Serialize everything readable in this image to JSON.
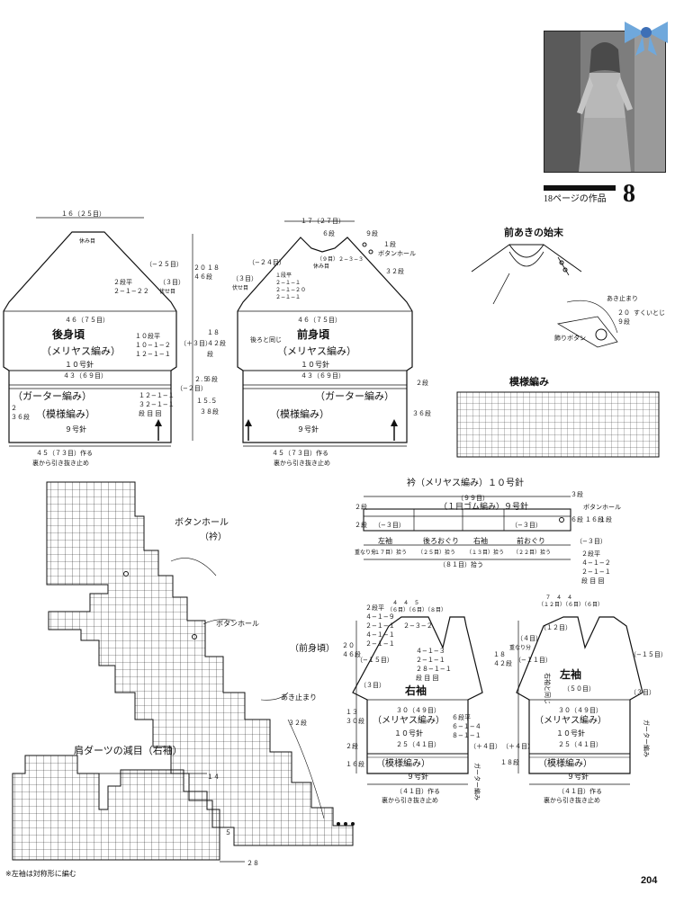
{
  "header": {
    "page_ref": "18ページの作品",
    "item_number": "8",
    "page_number": "204"
  },
  "back": {
    "title": "後身頃",
    "stitch1": "（メリヤス編み）",
    "needle1": "１０号針",
    "stitch2": "（ガーター編み）",
    "stitch3": "（模様編み）",
    "needle2": "９号針",
    "top_width": "１６（２５目）",
    "rest": "休み目",
    "neck_minus": "（−２５目）",
    "dec_rule1": "２段平",
    "dec_rule2": "２−１−２２",
    "armhole": "（３目）",
    "armhole2": "伏せ目",
    "width_mid": "４６（７５目）",
    "width_low": "４３（６９目）",
    "width_bottom": "４５（７３目）作る",
    "cast_on": "裏から引き抜き止め",
    "side1": "１０段平",
    "side2": "１０−１−２",
    "side3": "１２−１−１",
    "side4": "１２−１−１",
    "side5": "３２−１−１",
    "side6": "段 目 回",
    "plus3": "（＋３目）",
    "minus2": "（−２目）",
    "h1": "２０",
    "h2": "４６段",
    "h3": "１８",
    "h4": "４２段",
    "h5": "２.５",
    "h6": "６段",
    "h7": "１５.５",
    "h8": "３８段",
    "h9": "２",
    "h10": "３６段",
    "h11": "１８",
    "h12": "段"
  },
  "front": {
    "title": "前身頃",
    "stitch1": "（メリヤス編み）",
    "needle1": "１０号針",
    "stitch2": "（ガーター編み）",
    "stitch3": "（模様編み）",
    "needle2": "９号針",
    "top_width": "１７（２７目）",
    "neck_minus": "（−２４目）",
    "neck_a": "（９目）２−３−３",
    "neck_b": "休み目",
    "neck_c": "１段平",
    "neck_d": "２−１−１",
    "neck_e": "２−１−２０",
    "neck_f": "２−１−１",
    "same_as_back": "後ろと同じ",
    "buttonhole": "ボタンホール",
    "width_mid": "４６（７５目）",
    "width_low": "４３（６９目）",
    "width_bottom": "４５（７３目）作る",
    "cast_on": "裏から引き抜き止め",
    "v1": "６段",
    "v2": "９段",
    "v3": "１段",
    "v4": "３２段",
    "v5": "２段",
    "v6": "３６段",
    "armhole": "（３目）",
    "armhole2": "伏せ目"
  },
  "placket": {
    "title": "前あきの始末",
    "stop": "あき止まり",
    "slip": "すくいとじ",
    "deco": "飾りボタン",
    "n1": "２０",
    "n2": "９段"
  },
  "pattern": {
    "title": "模様編み"
  },
  "collar": {
    "title": "衿（メリヤス編み）１０号針",
    "total": "（９９目）",
    "rib": "（１目ゴム編み）９号針",
    "buttonhole": "ボタンホール",
    "left_sleeve": "左袖",
    "back_neck": "後ろおぐり",
    "right_sleeve": "右袖",
    "front_neck": "前おぐり",
    "pick1": "（１７目）拾う",
    "pick2": "（２５目）拾う",
    "pick3": "（１３目）拾う",
    "pick4": "（２２目）拾う",
    "pick_total": "（８１目）拾う",
    "overlap": "重なり分",
    "minus3": "（−３目）",
    "minus3b": "（−３目）",
    "minus3c": "（−３目）",
    "r1": "２段平",
    "r2": "４−１−２",
    "r3": "２−１−１",
    "r4": "段 目 回",
    "c1": "３段",
    "c2": "６段",
    "c3": "１６段",
    "c4": "１段",
    "c5": "２段",
    "c6": "２段"
  },
  "right_sleeve": {
    "title": "右袖",
    "stitch1": "（メリヤス編み）",
    "needle1": "１０号針",
    "stitch2": "（模様編み）",
    "needle2": "９号針",
    "top": "４　４　５",
    "top2": "（６目）（６目）（８目）",
    "dart1": "２−３−２",
    "dart2": "４−１−３",
    "dart3": "２−１−１",
    "dart4": "２８−１−１",
    "dart5": "段 目 回",
    "lft1": "２段平",
    "lft2": "４−１−９",
    "lft3": "２−１−１",
    "lft4": "４−１−１",
    "lft5": "２−１−１",
    "w1": "３０（４９目）",
    "w2": "２５（４１目）",
    "w3": "（４１目）作る",
    "cast_on": "裏から引き抜き止め",
    "m15": "（−１５目）",
    "m3": "（３目）",
    "p4": "（＋４目）",
    "s1": "６段平",
    "s2": "６−１−４",
    "s3": "８−１−１",
    "garter": "ガーター編み",
    "h1": "２０",
    "h2": "４６段",
    "h3": "１８",
    "h4": "４２段",
    "h5": "１３",
    "h6": "３０段",
    "h7": "２段",
    "h8": "１６段",
    "h9": "１８段"
  },
  "left_sleeve": {
    "title": "左袖",
    "stitch1": "（メリヤス編み）",
    "needle1": "１０号針",
    "stitch2": "（模様編み）",
    "needle2": "９号針",
    "top": "（１２目）（６目）（６目）",
    "top_n": "７　４　４",
    "overlap": "重なり分",
    "same": "右袖と同じ",
    "f4": "（４目）",
    "f12": "（１２目）",
    "m11": "（−１１目）",
    "m15": "（−１５目）",
    "w50": "（５０目）",
    "w1": "３０（４９目）",
    "w2": "２５（４１目）",
    "w3": "（４１目）作る",
    "cast_on": "裏から引き抜き止め",
    "m3": "（３目）",
    "p4": "（＋４目）",
    "garter": "ガーター編み"
  },
  "chart": {
    "buttonhole_collar": "ボタンホール",
    "collar": "（衿）",
    "buttonhole": "ボタンホール",
    "front": "（前身頃）",
    "stop": "あき止まり",
    "n32": "３２段",
    "shoulder": "肩ダーツの減目（右袖）",
    "n14": "１４",
    "n5": "５",
    "n28": "２８",
    "footnote": "※左袖は対称形に編む"
  }
}
